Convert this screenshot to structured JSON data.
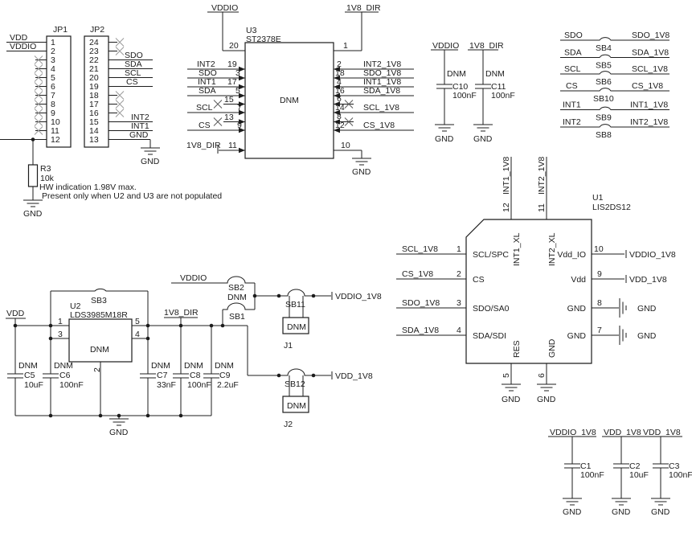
{
  "jp1": {
    "ref": "JP1",
    "vdd": "VDD",
    "vddio": "VDDIO",
    "pins": [
      "1",
      "2",
      "3",
      "4",
      "5",
      "6",
      "7",
      "8",
      "9",
      "10",
      "11",
      "12"
    ]
  },
  "jp2": {
    "ref": "JP2",
    "sdo": "SDO",
    "sda": "SDA",
    "scl": "SCL",
    "cs": "CS",
    "int2": "INT2",
    "int1": "INT1",
    "gnd": "GND",
    "gnd_sym": "GND",
    "pins": [
      "24",
      "23",
      "22",
      "21",
      "20",
      "19",
      "18",
      "17",
      "16",
      "15",
      "14",
      "13"
    ]
  },
  "r3": {
    "ref": "R3",
    "value": "10k",
    "gnd": "GND",
    "note1": "HW  indication  1.98V  max.",
    "note2": "Present only when U2 and U3 are not populated"
  },
  "u3": {
    "ref": "U3",
    "part": "ST2378E",
    "dnm": "DNM",
    "vddio": "VDDIO",
    "v18dir_top": "1V8_DIR",
    "v18dir_left": "1V8_DIR",
    "gnd": "GND",
    "nums": [
      "20",
      "1",
      "19",
      "3",
      "17",
      "5",
      "15",
      "7",
      "13",
      "9",
      "11",
      "10",
      "2",
      "18",
      "4",
      "16",
      "6",
      "14",
      "8",
      "12"
    ],
    "lnet": [
      "INT2",
      "SDO",
      "INT1",
      "SDA",
      "SCL",
      "CS"
    ],
    "rnet": [
      "INT2_1V8",
      "SDO_1V8",
      "INT1_1V8",
      "SDA_1V8",
      "SCL_1V8",
      "CS_1V8"
    ]
  },
  "c10": {
    "dnm": "DNM",
    "ref": "C10",
    "val": "100nF",
    "net": "VDDIO",
    "gnd": "GND"
  },
  "c11": {
    "dnm": "DNM",
    "ref": "C11",
    "val": "100nF",
    "net": "1V8_DIR",
    "gnd": "GND"
  },
  "sbg": {
    "rows": [
      {
        "l": "SDO",
        "sb": "SB4",
        "r": "SDO_1V8"
      },
      {
        "l": "SDA",
        "sb": "SB5",
        "r": "SDA_1V8"
      },
      {
        "l": "SCL",
        "sb": "SB6",
        "r": "SCL_1V8"
      },
      {
        "l": "CS",
        "sb": "SB10",
        "r": "CS_1V8"
      },
      {
        "l": "INT1",
        "sb": "SB9",
        "r": "INT1_1V8"
      },
      {
        "l": "INT2",
        "sb": "SB8",
        "r": "INT2_1V8"
      }
    ]
  },
  "u1": {
    "ref": "U1",
    "part": "LIS2DS12",
    "top": {
      "n1": "INT1_1V8",
      "n2": "INT2_1V8",
      "p12": "12",
      "p11": "11",
      "int1xl": "INT1_XL",
      "int2xl": "INT2_XL"
    },
    "left": [
      {
        "net": "SCL_1V8",
        "num": "1",
        "name": "SCL/SPC"
      },
      {
        "net": "CS_1V8",
        "num": "2",
        "name": "CS"
      },
      {
        "net": "SDO_1V8",
        "num": "3",
        "name": "SDO/SA0"
      },
      {
        "net": "SDA_1V8",
        "num": "4",
        "name": "SDA/SDI"
      }
    ],
    "right": [
      {
        "net": "VDDIO_1V8",
        "num": "10",
        "name": "Vdd_IO"
      },
      {
        "net": "VDD_1V8",
        "num": "9",
        "name": "Vdd"
      },
      {
        "net": "GND",
        "num": "8",
        "name": "GND"
      },
      {
        "net": "GND",
        "num": "7",
        "name": "GND"
      }
    ],
    "bottom": {
      "res": "RES",
      "gnd": "GND",
      "p5": "5",
      "p6": "6",
      "g5": "GND",
      "g6": "GND"
    }
  },
  "u2": {
    "ref": "U2",
    "part": "LDS3985M18R",
    "dnm": "DNM",
    "sb3": "SB3",
    "vdd": "VDD",
    "out": "1V8_DIR",
    "gnd": "GND",
    "p1": "1",
    "p3": "3",
    "p5": "5",
    "p4": "4",
    "p2": "2"
  },
  "c5": {
    "dnm": "DNM",
    "ref": "C5",
    "val": "10uF"
  },
  "c6": {
    "dnm": "DNM",
    "ref": "C6",
    "val": "100nF"
  },
  "c7": {
    "dnm": "DNM",
    "ref": "C7",
    "val": "33nF"
  },
  "c8": {
    "dnm": "DNM",
    "ref": "C8",
    "val": "100nF"
  },
  "c9": {
    "dnm": "DNM",
    "ref": "C9",
    "val": "2.2uF"
  },
  "br": {
    "vddio": "VDDIO",
    "sb2": "SB2",
    "dnm": "DNM",
    "sb1": "SB1"
  },
  "j1": {
    "sb": "SB11",
    "dnm": "DNM",
    "ref": "J1",
    "net": "VDDIO_1V8"
  },
  "j2": {
    "sb": "SB12",
    "dnm": "DNM",
    "ref": "J2",
    "net": "VDD_1V8"
  },
  "c1": {
    "net": "VDDIO_1V8",
    "ref": "C1",
    "val": "100nF",
    "gnd": "GND"
  },
  "c2": {
    "net": "VDD_1V8",
    "ref": "C2",
    "val": "10uF",
    "gnd": "GND"
  },
  "c3": {
    "net": "VDD_1V8",
    "ref": "C3",
    "val": "100nF",
    "gnd": "GND"
  }
}
